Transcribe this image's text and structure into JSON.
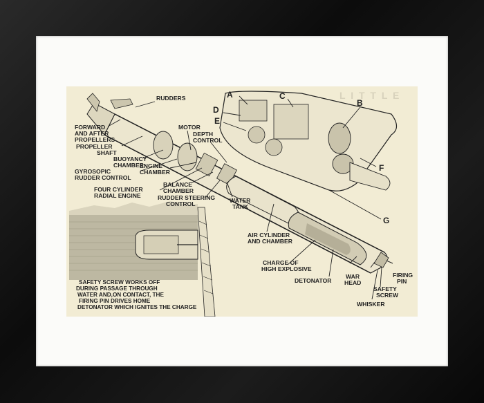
{
  "labels": {
    "rudders": "RUDDERS",
    "forward_after_1": "FORWARD",
    "forward_after_2": "AND AFTER",
    "forward_after_3": "PROPELLERS",
    "propeller_shaft_1": "PROPELLER",
    "propeller_shaft_2": "SHAFT",
    "buoyancy_1": "BUOYANCY",
    "buoyancy_2": "CHAMBER",
    "gyro": "GYROSOPIC",
    "rudder_control": "RUDDER CONTROL",
    "engine_1": "ENGINE",
    "engine_2": "CHAMBER",
    "motor": "MOTOR",
    "depth_1": "DEPTH",
    "depth_2": "CONTROL",
    "four_cyl_1": "FOUR CYLINDER",
    "four_cyl_2": "RADIAL ENGINE",
    "balance_1": "BALANCE",
    "balance_2": "CHAMBER",
    "rudder_steer_1": "RUDDER STEERING",
    "rudder_steer_2": "CONTROL",
    "water_1": "WATER",
    "water_2": "TANK",
    "air_1": "AIR CYLINDER",
    "air_2": "AND CHAMBER",
    "charge_1": "CHARGE OF",
    "charge_2": "HIGH EXPLOSIVE",
    "detonator": "DETONATOR",
    "war_1": "WAR",
    "war_2": "HEAD",
    "firing_1": "FIRING",
    "firing_2": "PIN",
    "safety_1": "SAFETY",
    "safety_2": "SCREW",
    "whisker": "WHISKER",
    "a": "A",
    "b": "B",
    "c": "C",
    "d": "D",
    "e": "E",
    "f": "F",
    "g": "G"
  },
  "caption": {
    "line1": "SAFETY SCREW WORKS OFF",
    "line2": "DURING PASSAGE THROUGH",
    "line3": "WATER AND,ON CONTACT, THE",
    "line4": "FIRING PIN DRIVES HOME",
    "line5": "DETONATOR WHICH IGNITES THE CHARGE"
  },
  "colors": {
    "frame": "#111111",
    "mat": "#fbfbf9",
    "paper": "#f2ecd4",
    "ink": "#222222"
  }
}
